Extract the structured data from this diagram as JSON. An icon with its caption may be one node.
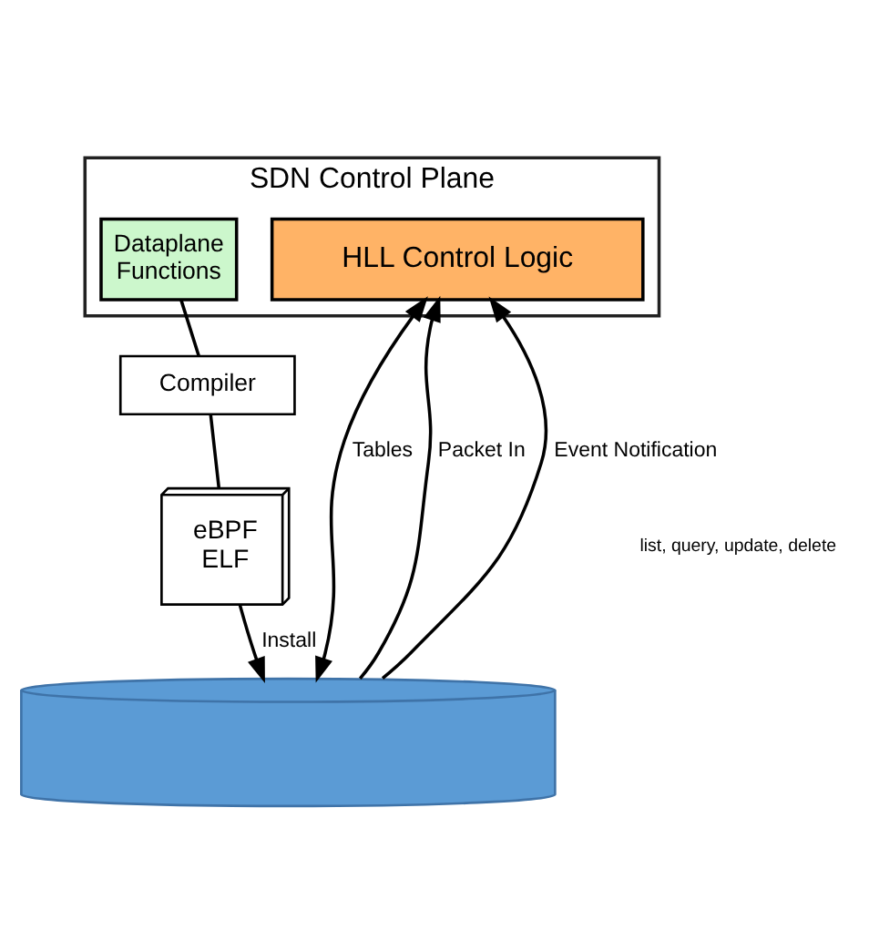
{
  "diagram": {
    "nodes": [
      {
        "text": [
          "SDN Control Plane"
        ]
      },
      {
        "text": [
          "Dataplane Functions"
        ],
        "in": 0
      },
      {
        "text": [
          "HLL Control Logic"
        ],
        "in": 0
      },
      {
        "text": [
          "Compiler"
        ]
      },
      {
        "text": [
          "eBPF ELF"
        ]
      },
      {
        "text": [],
        "shape": "cylinder"
      }
    ],
    "edges": [
      {
        "from": 1,
        "to": 3,
        "arrow": "none"
      },
      {
        "from": 3,
        "to": 4,
        "arrow": "none"
      },
      {
        "from": 4,
        "to": 5,
        "arrow": "to",
        "label": "Install"
      },
      {
        "from": 5,
        "to": 2,
        "arrow": "to",
        "label": "Packet In"
      },
      {
        "from": 5,
        "to": 2,
        "arrow": "to",
        "label": "Event Notification"
      },
      {
        "from": 2,
        "to": 5,
        "arrow": "both",
        "label": "Tables"
      }
    ],
    "labels": [
      "list, query, update, delete"
    ]
  }
}
